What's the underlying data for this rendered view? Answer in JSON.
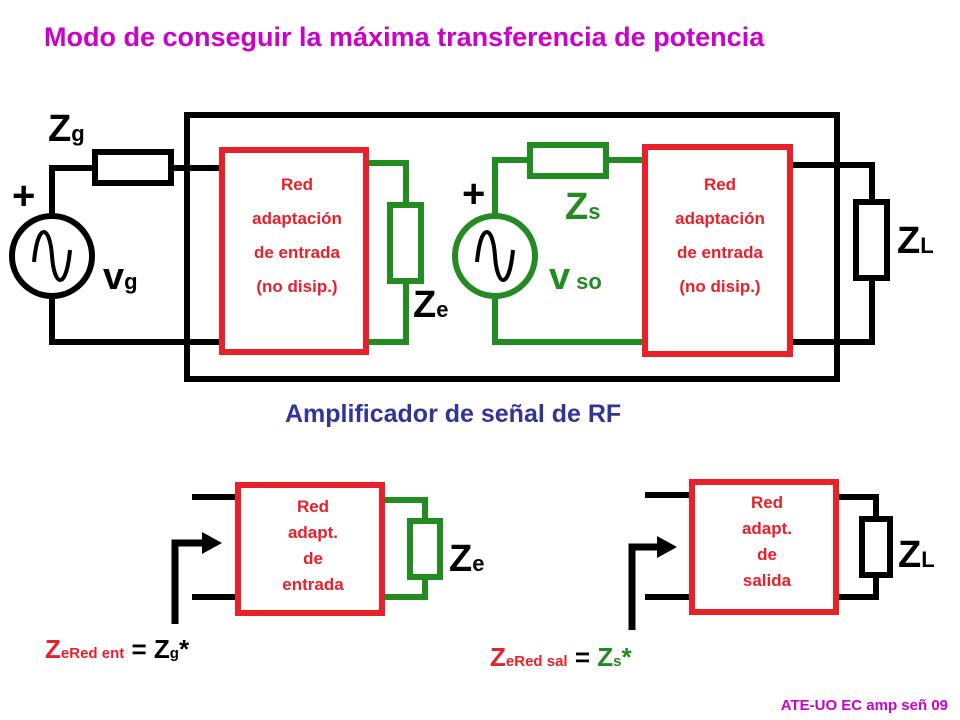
{
  "title": "Modo de conseguir la máxima transferencia de potencia",
  "amplifier_label": "Amplificador de señal de RF",
  "footer": "ATE-UO EC amp señ 09",
  "plus": "+",
  "labels": {
    "Zg_main": "Z",
    "Zg_sub": "g",
    "vg_main": "v",
    "vg_sub": "g",
    "Ze_main": "Z",
    "Ze_sub": "e",
    "Zs_main": "Z",
    "Zs_sub": "s",
    "vso_main": "v",
    "vso_sub": "so",
    "ZL_main": "Z",
    "ZL_sub": "L"
  },
  "input_network": [
    "Red",
    "adaptación",
    "de entrada",
    "(no disip.)"
  ],
  "output_network": [
    "Red",
    "adaptación",
    "de entrada",
    "(no disip.)"
  ],
  "bottom_left_network": [
    "Red",
    "adapt.",
    "de",
    "entrada"
  ],
  "bottom_right_network": [
    "Red",
    "adapt.",
    "de",
    "salida"
  ],
  "eq_in": {
    "z": "Z",
    "sub1": "eRed ent",
    "eq": " = ",
    "z2": "Z",
    "sub2": "g",
    "star": "*"
  },
  "eq_out": {
    "z": "Z",
    "sub1": "eRed sal",
    "eq": " = ",
    "z2": "Z",
    "sub2": "s",
    "star": "*"
  },
  "colors": {
    "title": "#cc00cc",
    "network": "#e8202a",
    "green": "#228b22",
    "amp": "#333399",
    "wire": "#000000"
  }
}
